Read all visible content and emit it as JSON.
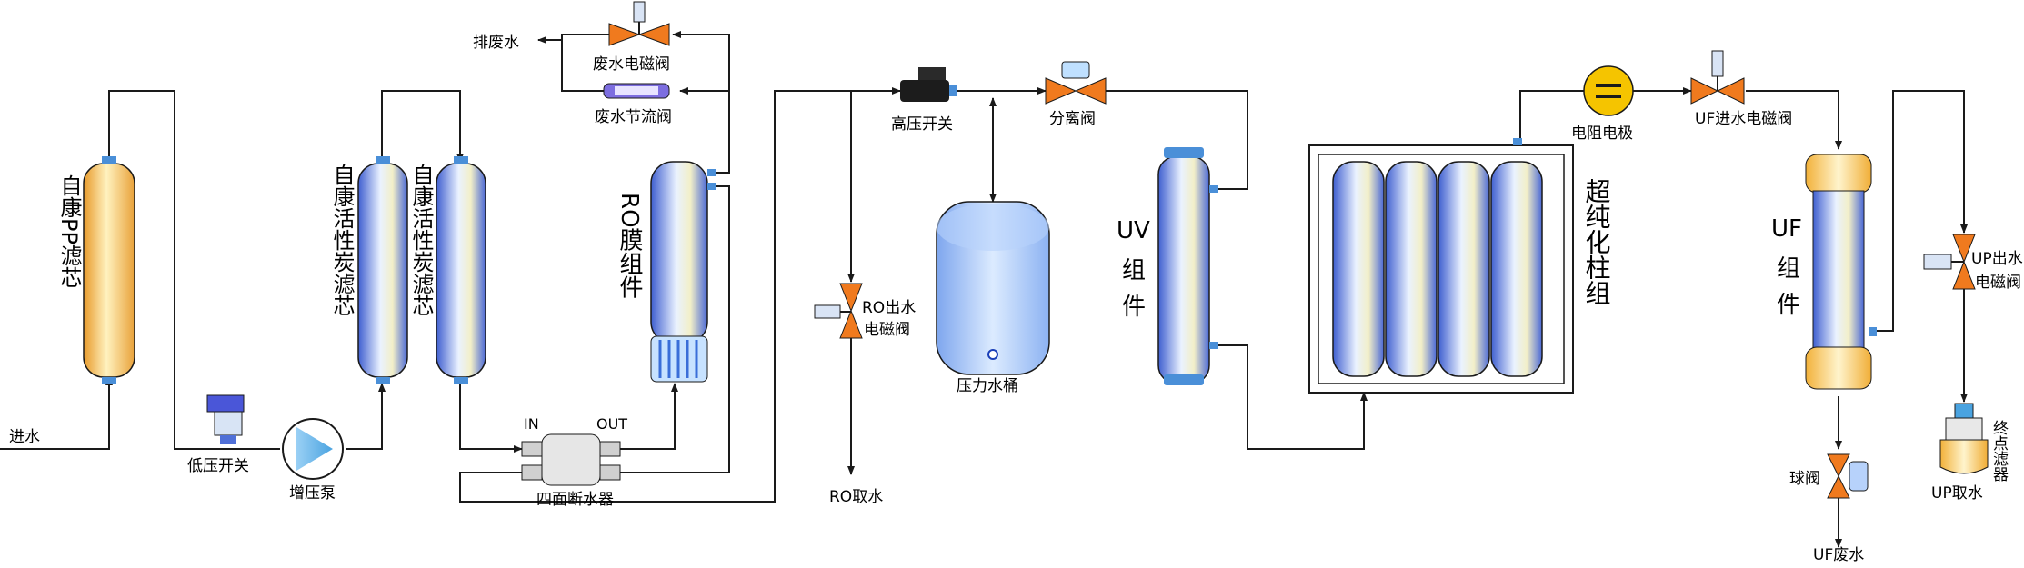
{
  "labels": {
    "inlet": "进水",
    "pp_filter": "自康PP滤芯",
    "low_pressure_switch": "低压开关",
    "booster_pump": "增压泵",
    "carbon1": "自康活性炭滤芯",
    "carbon2": "自康活性炭滤芯",
    "four_way_cutoff": "四面断水器",
    "in": "IN",
    "out": "OUT",
    "drain": "排废水",
    "waste_solenoid": "废水电磁阀",
    "waste_throttle": "废水节流阀",
    "ro_membrane": "RO膜组件",
    "high_pressure_switch": "高压开关",
    "ro_solenoid_1": "RO出水",
    "ro_solenoid_2": "电磁阀",
    "ro_outlet": "RO取水",
    "pressure_tank": "压力水桶",
    "separation_valve": "分离阀",
    "uv_1": "UV",
    "uv_2": "组",
    "uv_3": "件",
    "ultrapure_column": "超纯化柱组",
    "resistivity_electrode": "电阻电极",
    "uf_inlet_solenoid": "UF进水电磁阀",
    "uf_1": "UF",
    "uf_2": "组",
    "uf_3": "件",
    "ball_valve": "球阀",
    "uf_waste": "UF废水",
    "up_solenoid_1": "UP出水",
    "up_solenoid_2": "电磁阀",
    "terminal_filter": "终点滤器",
    "up_outlet": "UP取水"
  },
  "colors": {
    "pipe": "#1a1a1a",
    "valve_orange": "#f07a1e",
    "pp_yellow": "#f5b94a",
    "vessel_blue": "#5f7de0",
    "vessel_light": "#cfe3ff",
    "tank_blue": "#8fb8f2",
    "electrode_yellow": "#f5c400",
    "pump_blue": "#67b7ea",
    "uf_yellow": "#f7c85a"
  }
}
